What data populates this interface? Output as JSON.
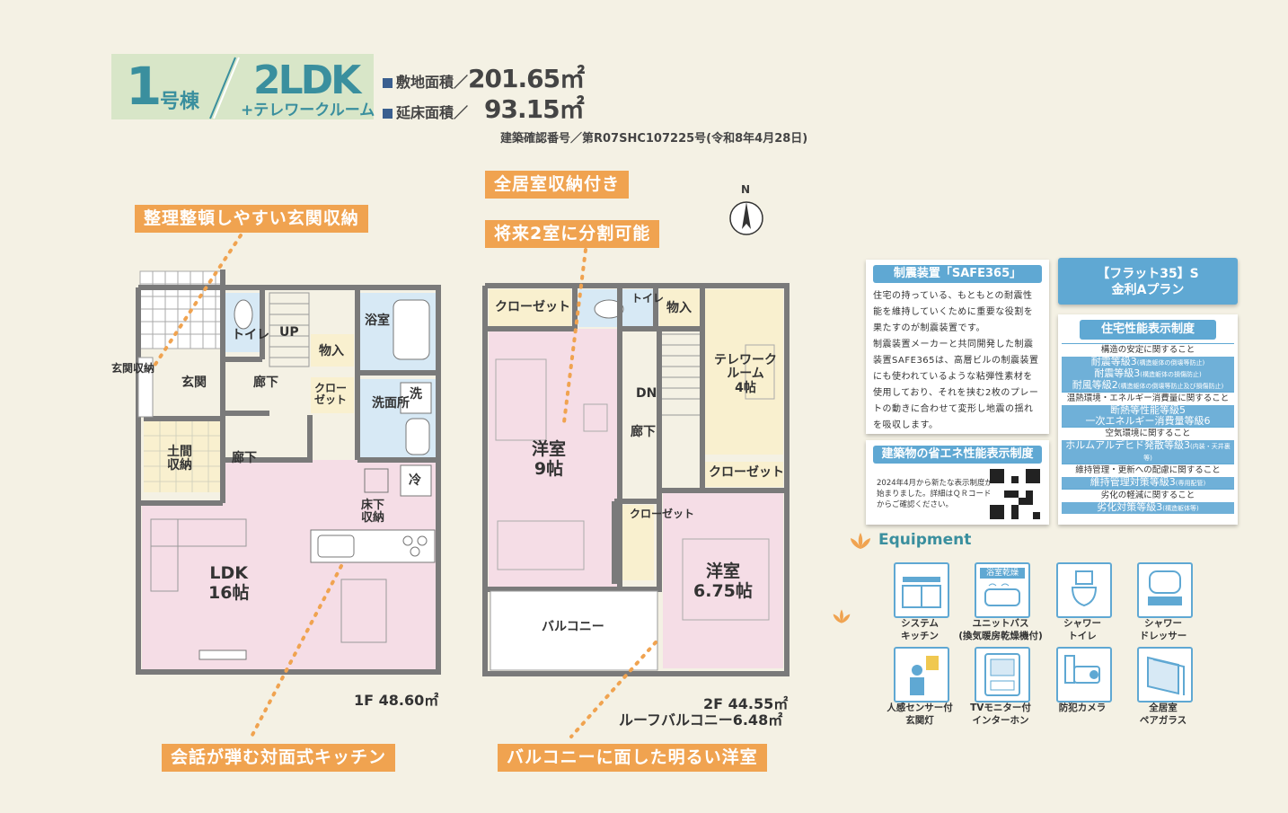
{
  "header": {
    "building_num": "1",
    "building_unit": "号棟",
    "plan": "2LDK",
    "plan_sub": "+テレワークルーム",
    "site_area_label": "敷地面積／",
    "site_area_value": "201.65㎡",
    "floor_area_label": "延床面積／",
    "floor_area_value": "93.15㎡",
    "permit": "建築確認番号／第R07SHC107225号(令和8年4月28日)"
  },
  "callouts": {
    "entrance": "整理整頓しやすい玄関収納",
    "storage": "全居室収納付き",
    "divide": "将来2室に分割可能",
    "kitchen": "会話が弾む対面式キッチン",
    "balcony_room": "バルコニーに面した明るい洋室"
  },
  "compass": {
    "north": "N"
  },
  "floor1": {
    "area_label": "1F 48.60㎡",
    "rooms": {
      "toilet": "トイレ",
      "up": "UP",
      "storage": "物入",
      "bath": "浴室",
      "entry_storage": "玄関収納",
      "entrance": "玄関",
      "hall1": "廊下",
      "closet": "クロー\nゼット",
      "washroom": "洗面所",
      "wash": "洗",
      "doma": "土間\n収納",
      "hall2": "廊下",
      "fridge": "冷",
      "underfloor": "床下\n収納",
      "ldk": "LDK\n16帖"
    }
  },
  "floor2": {
    "area_label": "2F 44.55㎡",
    "roof_balcony": "ルーフバルコニー6.48㎡",
    "rooms": {
      "closet1": "クローゼット",
      "toilet": "トイレ",
      "storage": "物入",
      "telework": "テレワーク\nルーム\n4帖",
      "dn": "DN",
      "hall": "廊下",
      "western1": "洋室\n9帖",
      "closet2": "クローゼット",
      "closet3": "クローゼット",
      "western2": "洋室\n6.75帖",
      "balcony": "バルコニー"
    }
  },
  "seismic": {
    "title": "制震装置「SAFE365」",
    "text": [
      "住宅の持っている、もともとの耐震性",
      "能を維持していくために重要な役割を",
      "果たすのが制震装置です。",
      "制震装置メーカーと共同開発した制震",
      "装置SAFE365は、高層ビルの制震装置",
      "にも使われているような粘弾性素材を",
      "使用しており、それを挟む2枚のプレー",
      "トの動きに合わせて変形し地震の揺れ",
      "を吸収します。"
    ]
  },
  "energy": {
    "title": "建築物の省エネ性能表示制度",
    "text": [
      "2024年4月から新たな表示制度が",
      "始まりました。詳細はＱＲコード",
      "からご確認ください。"
    ]
  },
  "flat35": {
    "line1": "【フラット35】S",
    "line2": "金利Aプラン"
  },
  "performance": {
    "title": "住宅性能表示制度",
    "items": [
      {
        "title": "構造の安定に関すること",
        "grades": [
          {
            "main": "耐震等級3",
            "note": "(構造躯体の倒壊等防止)"
          },
          {
            "main": "耐震等級3",
            "note": "(構造躯体の損傷防止)"
          },
          {
            "main": "耐風等級2",
            "note": "(構造躯体の倒壊等防止及び損傷防止)"
          }
        ]
      },
      {
        "title": "温熱環境・エネルギー消費量に関すること",
        "grades": [
          {
            "main": "断熱等性能等級5",
            "note": ""
          },
          {
            "main": "一次エネルギー消費量等級6",
            "note": ""
          }
        ]
      },
      {
        "title": "空気環境に関すること",
        "grades": [
          {
            "main": "ホルムアルデヒド発散等級3",
            "note": "(内装・天井裏等)"
          }
        ]
      },
      {
        "title": "維持管理・更新への配慮に関すること",
        "grades": [
          {
            "main": "維持管理対策等級3",
            "note": "(専用配管)"
          }
        ]
      },
      {
        "title": "劣化の軽減に関すること",
        "grades": [
          {
            "main": "劣化対策等級3",
            "note": "(構造躯体等)"
          }
        ]
      }
    ]
  },
  "equipment": {
    "title": "Equipment",
    "items": [
      {
        "label": "システム\nキッチン",
        "icon": "kitchen-icon"
      },
      {
        "label": "ユニットバス\n(換気暖房乾燥機付)",
        "icon": "bath-icon",
        "tag": "浴室乾燥"
      },
      {
        "label": "シャワー\nトイレ",
        "icon": "toilet-icon"
      },
      {
        "label": "シャワー\nドレッサー",
        "icon": "dresser-icon"
      },
      {
        "label": "人感センサー付\n玄関灯",
        "icon": "sensor-light-icon"
      },
      {
        "label": "TVモニター付\nインターホン",
        "icon": "intercom-icon"
      },
      {
        "label": "防犯カメラ",
        "icon": "camera-icon"
      },
      {
        "label": "全居室\nペアガラス",
        "icon": "pair-glass-icon"
      }
    ]
  },
  "colors": {
    "accent": "#3a8f9e",
    "callout": "#f0a350",
    "panel_blue": "#5fa8d3",
    "room_pink": "#f5dde6",
    "room_blue": "#d7e9f5",
    "room_yellow": "#f9f0cf",
    "wall": "#7a7a7a"
  }
}
